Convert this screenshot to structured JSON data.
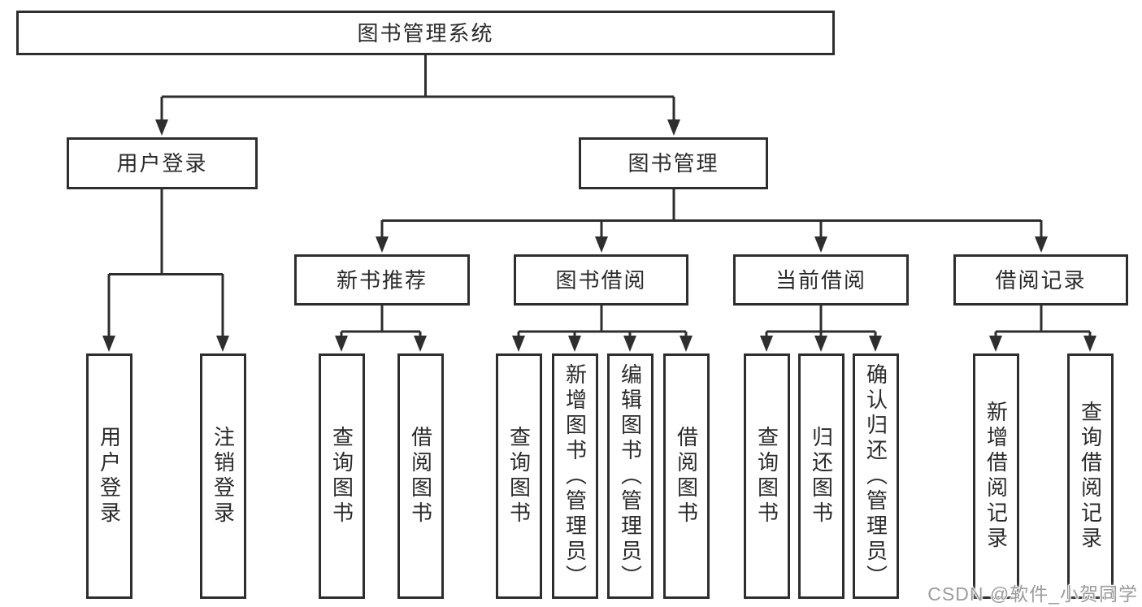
{
  "tree": {
    "label": "图书管理系统",
    "children": [
      {
        "label": "用户登录",
        "children": [
          {
            "label": "用户登录"
          },
          {
            "label": "注销登录"
          }
        ]
      },
      {
        "label": "图书管理",
        "children": [
          {
            "label": "新书推荐",
            "children": [
              {
                "label": "查询图书"
              },
              {
                "label": "借阅图书"
              }
            ]
          },
          {
            "label": "图书借阅",
            "children": [
              {
                "label": "查询图书"
              },
              {
                "label": "新增图书（管理员）"
              },
              {
                "label": "编辑图书（管理员）"
              },
              {
                "label": "借阅图书"
              }
            ]
          },
          {
            "label": "当前借阅",
            "children": [
              {
                "label": "查询图书"
              },
              {
                "label": "归还图书"
              },
              {
                "label": "确认归还（管理员）"
              }
            ]
          },
          {
            "label": "借阅记录",
            "children": [
              {
                "label": "新增借阅记录"
              },
              {
                "label": "查询借阅记录"
              }
            ]
          }
        ]
      }
    ]
  },
  "watermark": {
    "text": "CSDN @软件_小贺同学"
  },
  "colors": {
    "line": "#2e2e2e",
    "text": "#2a2a2a",
    "watermark": "#9c9c9c",
    "box-bg": "#ffffff"
  }
}
